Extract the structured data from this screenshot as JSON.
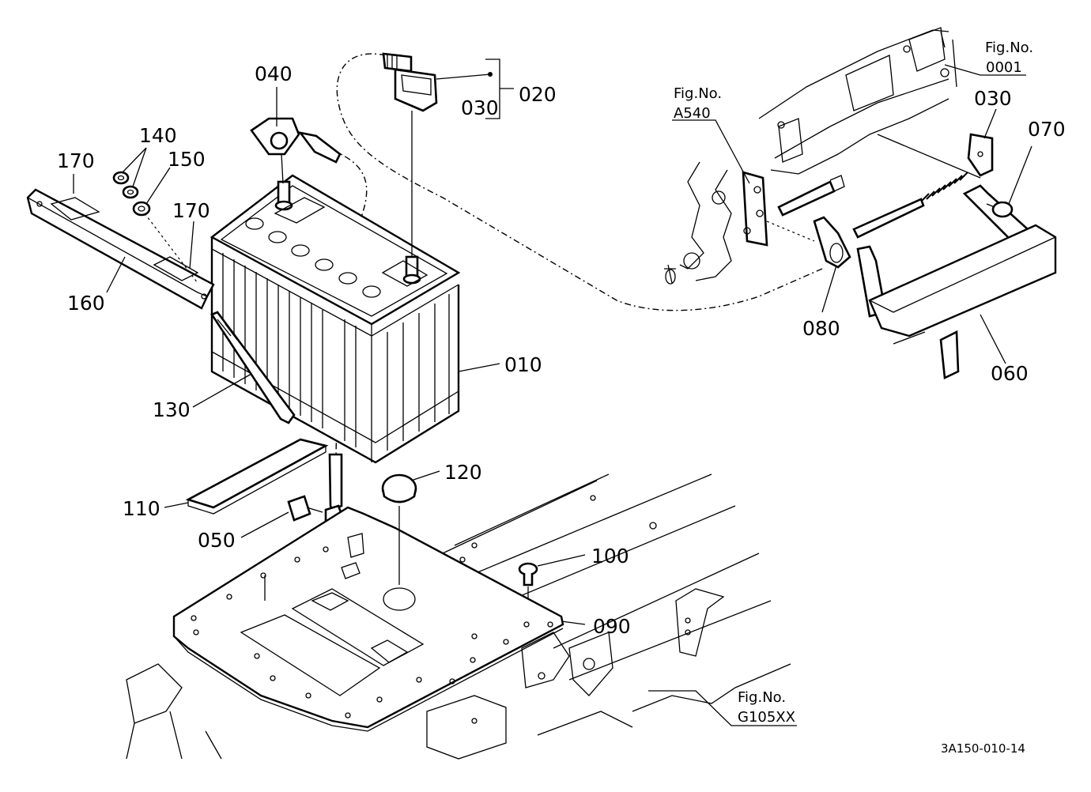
{
  "figure_refs": {
    "fig_0001": {
      "title": "Fig.No.",
      "number": "0001"
    },
    "fig_a540": {
      "title": "Fig.No.",
      "number": "A540"
    },
    "fig_g105": {
      "title": "Fig.No.",
      "number": "G105XX"
    }
  },
  "callouts": {
    "c010": "010",
    "c020": "020",
    "c030_cable": "030",
    "c030_bracket": "030",
    "c040": "040",
    "c050": "050",
    "c060": "060",
    "c070": "070",
    "c080": "080",
    "c090": "090",
    "c100": "100",
    "c110": "110",
    "c120": "120",
    "c130": "130",
    "c140": "140",
    "c150": "150",
    "c160": "160",
    "c170_top": "170",
    "c170_right": "170"
  },
  "drawing_code": "3A150-010-14"
}
